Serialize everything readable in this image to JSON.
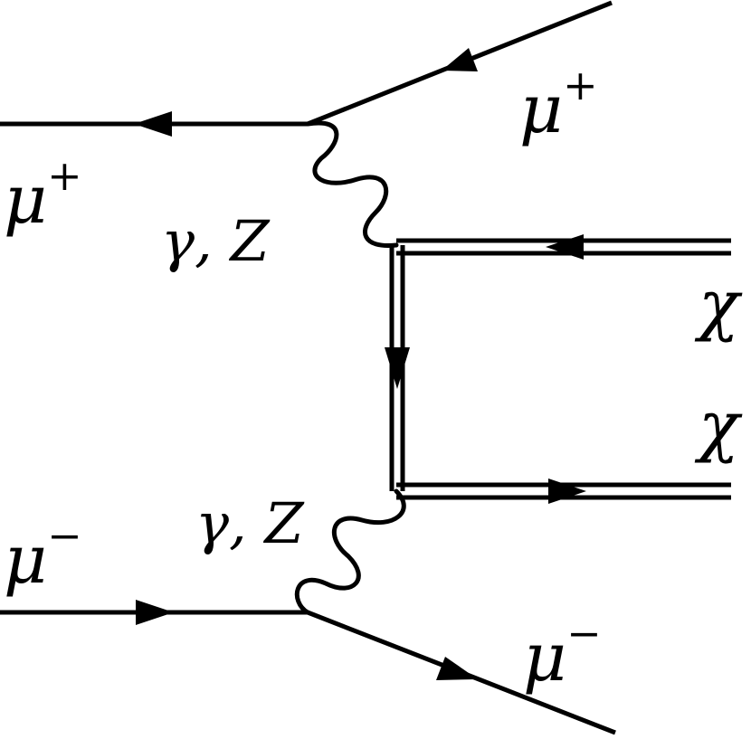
{
  "labels": {
    "mu_plus_in": {
      "base": "μ",
      "sup": "+"
    },
    "mu_plus_out": {
      "base": "μ",
      "sup": "+"
    },
    "mu_minus_in": {
      "base": "μ",
      "sup": "−"
    },
    "mu_minus_out": {
      "base": "μ",
      "sup": "−"
    },
    "chi_top": "χ",
    "chi_bottom": "χ",
    "boson_top": "γ, Z",
    "boson_bottom": "γ, Z"
  }
}
